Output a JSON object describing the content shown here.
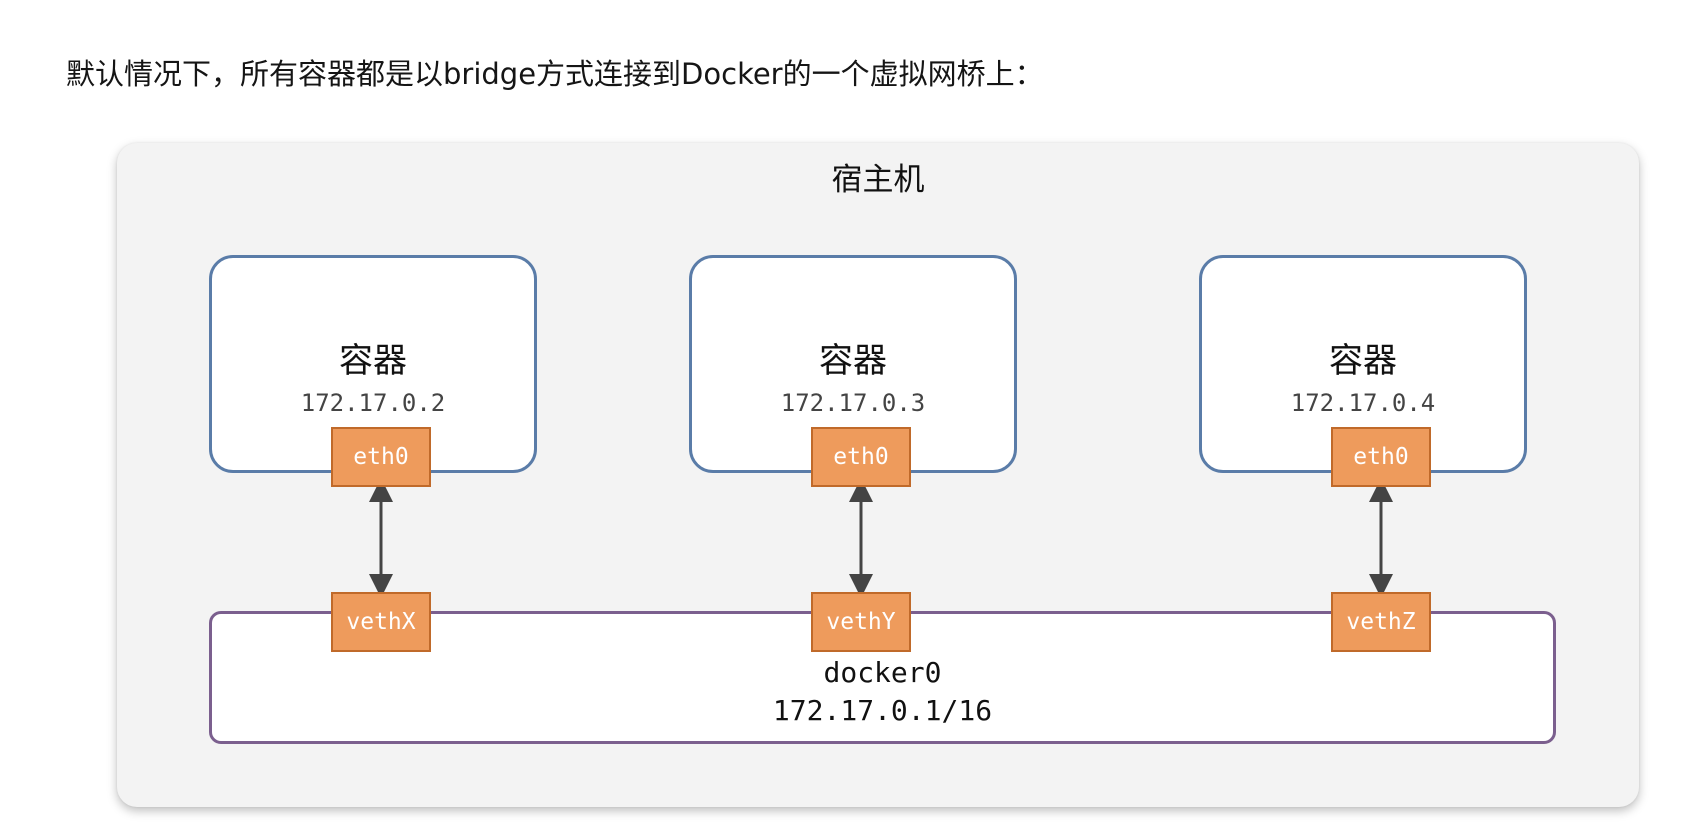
{
  "intro_text": "默认情况下，所有容器都是以bridge方式连接到Docker的一个虚拟网桥上：",
  "host": {
    "title": "宿主机"
  },
  "containers": [
    {
      "title": "容器",
      "ip": "172.17.0.2",
      "iface": "eth0",
      "veth": "vethX"
    },
    {
      "title": "容器",
      "ip": "172.17.0.3",
      "iface": "eth0",
      "veth": "vethY"
    },
    {
      "title": "容器",
      "ip": "172.17.0.4",
      "iface": "eth0",
      "veth": "vethZ"
    }
  ],
  "bridge": {
    "name": "docker0",
    "ip": "172.17.0.1/16"
  },
  "colors": {
    "host_bg": "#f3f3f3",
    "container_border": "#5a7ca8",
    "iface_fill": "#ee9b5c",
    "iface_border": "#c06a2a",
    "bridge_border": "#7b5f8e",
    "arrow": "#444444"
  }
}
